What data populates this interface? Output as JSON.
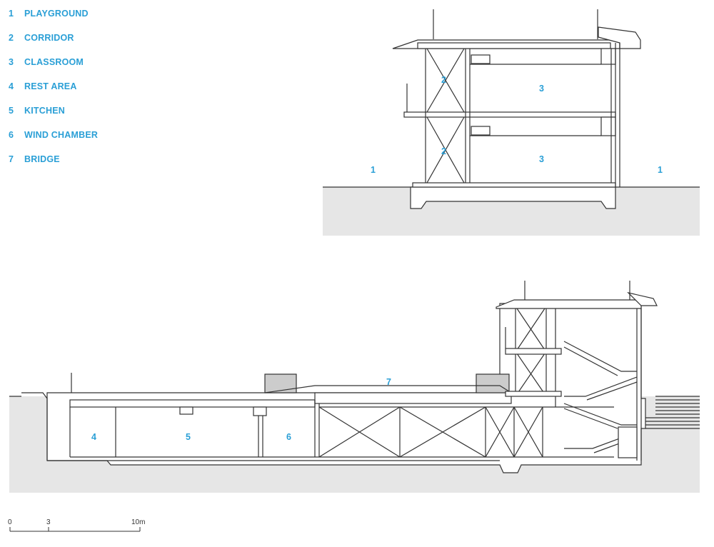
{
  "legend": [
    {
      "num": "1",
      "label": "PLAYGROUND"
    },
    {
      "num": "2",
      "label": "CORRIDOR"
    },
    {
      "num": "3",
      "label": "CLASSROOM"
    },
    {
      "num": "4",
      "label": "REST AREA"
    },
    {
      "num": "5",
      "label": "KITCHEN"
    },
    {
      "num": "6",
      "label": "WIND CHAMBER"
    },
    {
      "num": "7",
      "label": "BRIDGE"
    }
  ],
  "section_a_labels": {
    "playground_left": "1",
    "playground_right": "1",
    "corridor_upper": "2",
    "corridor_lower": "2",
    "classroom_upper": "3",
    "classroom_lower": "3"
  },
  "section_b_labels": {
    "rest_area": "4",
    "kitchen": "5",
    "wind_chamber": "6",
    "bridge": "7"
  },
  "scale_bar": {
    "zero": "0",
    "mid": "3",
    "end": "10m"
  },
  "colors": {
    "label": "#2a9fd6",
    "ground": "#e6e6e6",
    "line": "#333333"
  }
}
